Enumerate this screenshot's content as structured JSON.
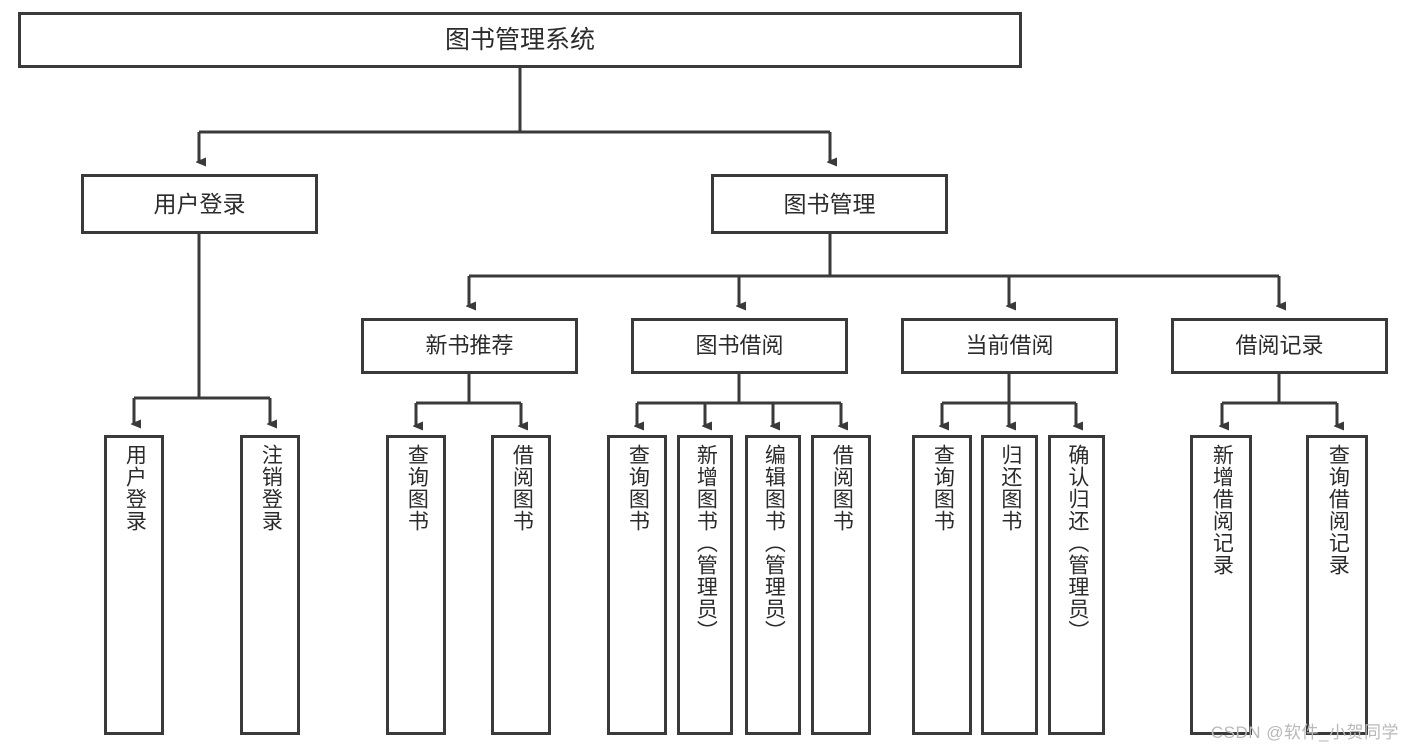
{
  "diagram": {
    "type": "tree",
    "title": "图书管理系统",
    "background_color": "#ffffff",
    "border_color": "#3a3a3a",
    "text_color": "#2b2b2b",
    "root": {
      "label": "图书管理系统"
    },
    "level2": [
      {
        "label": "用户登录"
      },
      {
        "label": "图书管理"
      }
    ],
    "level3": [
      {
        "label": "新书推荐"
      },
      {
        "label": "图书借阅"
      },
      {
        "label": "当前借阅"
      },
      {
        "label": "借阅记录"
      }
    ],
    "leaves": {
      "user_login": [
        {
          "label": "用户登录"
        },
        {
          "label": "注销登录"
        }
      ],
      "new_book_recommend": [
        {
          "label": "查询图书"
        },
        {
          "label": "借阅图书"
        }
      ],
      "book_borrow": [
        {
          "label": "查询图书"
        },
        {
          "label": "新增图书（管理员）"
        },
        {
          "label": "编辑图书（管理员）"
        },
        {
          "label": "借阅图书"
        }
      ],
      "current_borrow": [
        {
          "label": "查询图书"
        },
        {
          "label": "归还图书"
        },
        {
          "label": "确认归还（管理员）"
        }
      ],
      "borrow_record": [
        {
          "label": "新增借阅记录"
        },
        {
          "label": "查询借阅记录"
        }
      ]
    }
  },
  "watermark": {
    "text": "CSDN @软件_小贺同学"
  }
}
